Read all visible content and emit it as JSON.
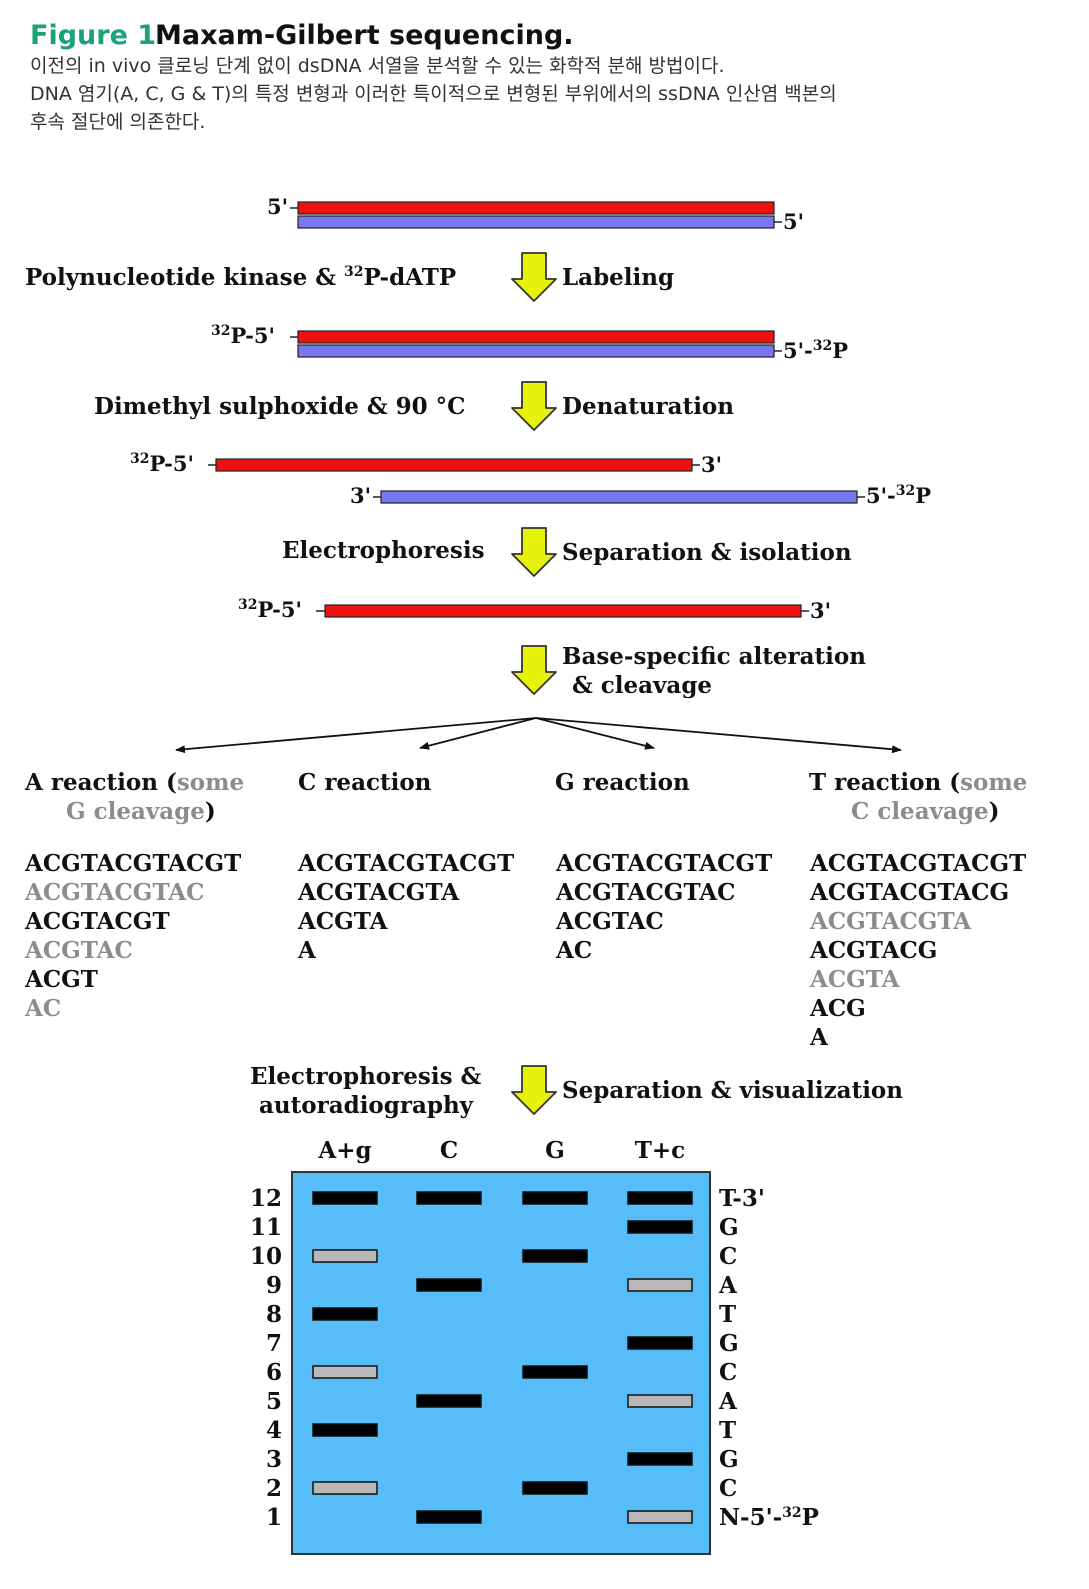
{
  "figure": {
    "label": "Figure 1",
    "title": "Maxam-Gilbert sequencing.",
    "caption_lines": [
      "이전의 in vivo 클로닝 단계 없이 dsDNA 서열을 분석할 수 있는 화학적 분해 방법이다.",
      "DNA 염기(A, C, G & T)의 특정 변형과 이러한 특이적으로 변형된 부위에서의 ssDNA 인산염 백본의",
      "후속 절단에 의존한다."
    ]
  },
  "strands": {
    "five_prime": "5'",
    "three_prime": "3'",
    "p32_five_prime": "P-5'",
    "five_prime_p32": "5'-",
    "p_letter": "P",
    "isotope": "32"
  },
  "steps": {
    "labeling": {
      "left": "Polynucleotide kinase & ",
      "left_isotope": "32",
      "left_tail": "P-dATP",
      "right": "Labeling"
    },
    "denaturation": {
      "left": "Dimethyl sulphoxide & 90 °C",
      "right": "Denaturation"
    },
    "separation": {
      "left": "Electrophoresis",
      "right": "Separation & isolation"
    },
    "alteration": {
      "right_line1": "Base-specific alteration",
      "right_line2": "& cleavage"
    },
    "visualization": {
      "left_line1": "Electrophoresis &",
      "left_line2": "autoradiography",
      "right": "Separation & visualization"
    }
  },
  "reactions": [
    {
      "name": "A reaction (",
      "name_gray": "some",
      "sub_gray": "G cleavage",
      "sub_tail": ")",
      "sequences": [
        {
          "text": "ACGTACGTACGT",
          "style": "dark"
        },
        {
          "text": "ACGTACGTAC",
          "style": "gray"
        },
        {
          "text": "ACGTACGT",
          "style": "dark"
        },
        {
          "text": "ACGTAC",
          "style": "gray"
        },
        {
          "text": "ACGT",
          "style": "dark"
        },
        {
          "text": "AC",
          "style": "gray"
        }
      ]
    },
    {
      "name": "C reaction",
      "sequences": [
        {
          "text": "ACGTACGTACGT",
          "style": "dark"
        },
        {
          "text": "ACGTACGTA",
          "style": "dark"
        },
        {
          "text": "ACGTA",
          "style": "dark"
        },
        {
          "text": "A",
          "style": "dark"
        }
      ]
    },
    {
      "name": "G reaction",
      "sequences": [
        {
          "text": "ACGTACGTACGT",
          "style": "dark"
        },
        {
          "text": "ACGTACGTAC",
          "style": "dark"
        },
        {
          "text": "ACGTAC",
          "style": "dark"
        },
        {
          "text": "AC",
          "style": "dark"
        }
      ]
    },
    {
      "name": "T reaction (",
      "name_gray": "some",
      "sub_gray": "C cleavage",
      "sub_tail": ")",
      "sequences": [
        {
          "text": "ACGTACGTACGT",
          "style": "dark"
        },
        {
          "text": "ACGTACGTACG",
          "style": "dark"
        },
        {
          "text": "ACGTACGTA",
          "style": "gray"
        },
        {
          "text": "ACGTACG",
          "style": "dark"
        },
        {
          "text": "ACGTA",
          "style": "gray"
        },
        {
          "text": "ACG",
          "style": "dark"
        },
        {
          "text": "A",
          "style": "dark"
        }
      ]
    }
  ],
  "gel": {
    "lanes": [
      "A+g",
      "C",
      "G",
      "T+c"
    ],
    "row_numbers": [
      "12",
      "11",
      "10",
      "9",
      "8",
      "7",
      "6",
      "5",
      "4",
      "3",
      "2",
      "1"
    ],
    "bases": [
      "T-3'",
      "G",
      "C",
      "A",
      "T",
      "G",
      "C",
      "A",
      "T",
      "G",
      "C",
      "N-5'-"
    ],
    "bottom_isotope": "32",
    "bottom_p": "P",
    "bands": [
      {
        "row": 12,
        "lane": 0,
        "style": "dark"
      },
      {
        "row": 12,
        "lane": 1,
        "style": "dark"
      },
      {
        "row": 12,
        "lane": 2,
        "style": "dark"
      },
      {
        "row": 12,
        "lane": 3,
        "style": "dark"
      },
      {
        "row": 11,
        "lane": 3,
        "style": "dark"
      },
      {
        "row": 10,
        "lane": 0,
        "style": "gray"
      },
      {
        "row": 10,
        "lane": 2,
        "style": "dark"
      },
      {
        "row": 9,
        "lane": 1,
        "style": "dark"
      },
      {
        "row": 9,
        "lane": 3,
        "style": "gray"
      },
      {
        "row": 8,
        "lane": 0,
        "style": "dark"
      },
      {
        "row": 7,
        "lane": 3,
        "style": "dark"
      },
      {
        "row": 6,
        "lane": 0,
        "style": "gray"
      },
      {
        "row": 6,
        "lane": 2,
        "style": "dark"
      },
      {
        "row": 5,
        "lane": 1,
        "style": "dark"
      },
      {
        "row": 5,
        "lane": 3,
        "style": "gray"
      },
      {
        "row": 4,
        "lane": 0,
        "style": "dark"
      },
      {
        "row": 3,
        "lane": 3,
        "style": "dark"
      },
      {
        "row": 2,
        "lane": 0,
        "style": "gray"
      },
      {
        "row": 2,
        "lane": 2,
        "style": "dark"
      },
      {
        "row": 1,
        "lane": 1,
        "style": "dark"
      },
      {
        "row": 1,
        "lane": 3,
        "style": "gray"
      }
    ]
  },
  "colors": {
    "strand_top": "#ee1111",
    "strand_bottom": "#7777ee",
    "arrow_fill": "#e6f20a",
    "gel_bg": "#56bdf8",
    "band_dark": "#000000",
    "band_gray": "#b8b8b8",
    "accent": "#1aa37a"
  }
}
